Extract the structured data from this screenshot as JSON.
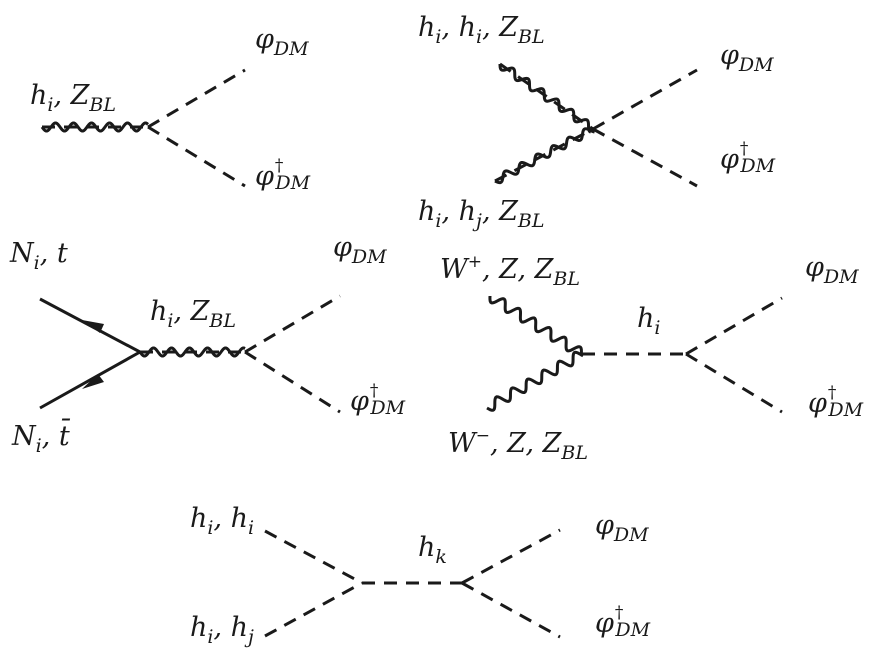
{
  "diagrams": [
    {
      "id": "d1",
      "labels": {
        "incoming": {
          "main": "h",
          "sub1": "i",
          "sep": ", Z",
          "sub2": "BL"
        },
        "out_top": {
          "main": "φ",
          "sub": "DM"
        },
        "out_bottom": {
          "main": "φ",
          "sup": "†",
          "sub": "DM"
        }
      }
    },
    {
      "id": "d2",
      "labels": {
        "in_top": {
          "main": "h",
          "sub1": "i",
          "mid": ", h",
          "sub2": "i",
          "sep": ", Z",
          "sub3": "BL"
        },
        "in_bottom": {
          "main": "h",
          "sub1": "i",
          "mid": ", h",
          "sub2": "j",
          "sep": ", Z",
          "sub3": "BL"
        },
        "out_top": {
          "main": "φ",
          "sub": "DM"
        },
        "out_bottom": {
          "main": "φ",
          "sup": "†",
          "sub": "DM"
        }
      }
    },
    {
      "id": "d3",
      "labels": {
        "in_top": {
          "main": "N",
          "sub": "i",
          "tail": ", t"
        },
        "in_bottom": {
          "main": "N",
          "sub": "i",
          "tail": ", t̄"
        },
        "propagator": {
          "main": "h",
          "sub1": "i",
          "sep": ", Z",
          "sub2": "BL"
        },
        "out_top": {
          "main": "φ",
          "sub": "DM"
        },
        "out_bottom": {
          "main": "φ",
          "sup": "†",
          "sub": "DM"
        }
      }
    },
    {
      "id": "d4",
      "labels": {
        "in_top": {
          "main": "W",
          "sup": "+",
          "tail": ", Z, Z",
          "sub": "BL"
        },
        "in_bottom": {
          "main": "W",
          "sup": "−",
          "tail": ", Z, Z",
          "sub": "BL"
        },
        "propagator": {
          "main": "h",
          "sub": "i"
        },
        "out_top": {
          "main": "φ",
          "sub": "DM"
        },
        "out_bottom": {
          "main": "φ",
          "sup": "†",
          "sub": "DM"
        }
      }
    },
    {
      "id": "d5",
      "labels": {
        "in_top": {
          "main": "h",
          "sub1": "i",
          "mid": ", h",
          "sub2": "i"
        },
        "in_bottom": {
          "main": "h",
          "sub1": "i",
          "mid": ", h",
          "sub2": "j"
        },
        "propagator": {
          "main": "h",
          "sub": "k"
        },
        "out_top": {
          "main": "φ",
          "sub": "DM"
        },
        "out_bottom": {
          "main": "φ",
          "sup": "†",
          "sub": "DM"
        }
      }
    }
  ]
}
